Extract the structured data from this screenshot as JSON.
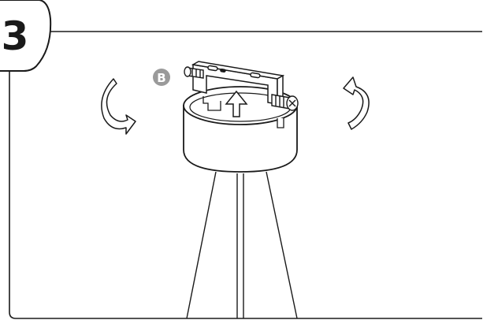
{
  "step": {
    "number": "3"
  },
  "part_label": {
    "letter": "B",
    "color": "#9a9a9a"
  },
  "colors": {
    "line": "#1a1a1a",
    "fill": "#ffffff"
  },
  "icons": {
    "rotate_left": "rotate-counterclockwise-arrow",
    "rotate_right": "rotate-clockwise-arrow",
    "push_up": "up-arrow"
  }
}
